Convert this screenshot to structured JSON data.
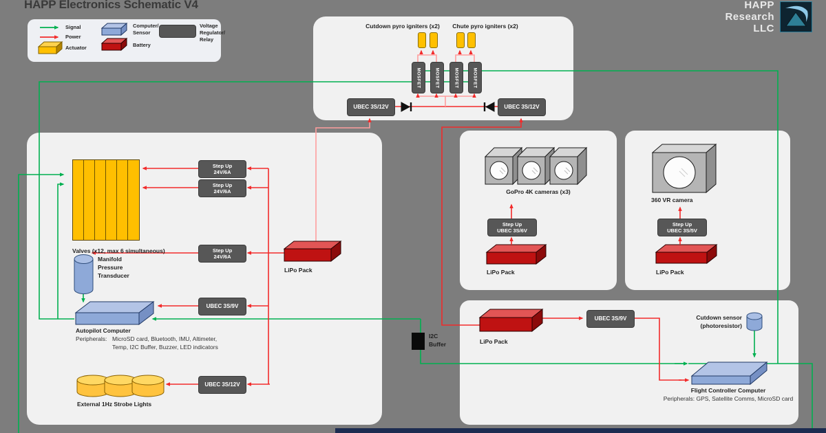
{
  "title": "HAPP Electronics Schematic V4",
  "logo": {
    "line1": "HAPP",
    "line2": "Research",
    "line3": "LLC"
  },
  "legend": {
    "signal": "Signal",
    "power": "Power",
    "actuator": "Actuator",
    "computer_line1": "Computer/",
    "computer_line2": "Sensor",
    "battery": "Battery",
    "regulator_line1": "Voltage",
    "regulator_line2": "Regulator/",
    "regulator_line3": "Relay"
  },
  "pyro_panel": {
    "cutdown_igniters_label": "Cutdown pyro igniters (x2)",
    "chute_igniters_label": "Chute pyro igniters (x2)",
    "mosfet_label": "MOSFET",
    "ubec_left": "UBEC 3S/12V",
    "ubec_right": "UBEC 3S/12V"
  },
  "left_panel": {
    "stepup_line1": "Step Up",
    "stepup_line2": "24V/6A",
    "ubec_9v": "UBEC 3S/9V",
    "ubec_12v": "UBEC 3S/12V",
    "valves_label": "Valves (x12, max 6 simultaneous)",
    "manifold_line1": "Manifold",
    "manifold_line2": "Pressure",
    "manifold_line3": "Transducer",
    "autopilot_title": "Autopilot Computer",
    "autopilot_periph_label": "Peripherals:",
    "autopilot_periph_line1": "MicroSD card, Bluetooth, IMU, Altimeter,",
    "autopilot_periph_line2": "Temp, I2C Buffer, Buzzer, LED indicators",
    "lipo_label": "LiPo Pack",
    "strobe_label": "External 1Hz Strobe Lights"
  },
  "i2c_buffer": {
    "line1": "I2C",
    "line2": "Buffer"
  },
  "gopro_panel": {
    "cameras_label": "GoPro 4K cameras (x3)",
    "stepup_line1": "Step Up",
    "stepup_line2": "UBEC 3S/6V",
    "lipo_label": "LiPo Pack"
  },
  "vr_panel": {
    "camera_label": "360 VR camera",
    "stepup_line1": "Step Up",
    "stepup_line2": "UBEC 3S/5V",
    "lipo_label": "LiPo Pack"
  },
  "flight_panel": {
    "lipo_label": "LiPo Pack",
    "ubec": "UBEC 3S/9V",
    "cutdown_line1": "Cutdown sensor",
    "cutdown_line2": "(photoresistor)",
    "fcc_title": "Flight Controller Computer",
    "fcc_periph": "Peripherals:   GPS, Satellite Comms,  MicroSD card"
  },
  "colors": {
    "signal_green": "#00b050",
    "power_red": "#f22b2b",
    "power_red_light": "#ff9d9d",
    "actuator_yellow": "#ffc000",
    "computer_blue": "#8ea9d8",
    "battery_red": "#bf1212",
    "regulator_gray": "#575757",
    "background": "#7d7d7d",
    "panel": "#f1f1f1"
  }
}
